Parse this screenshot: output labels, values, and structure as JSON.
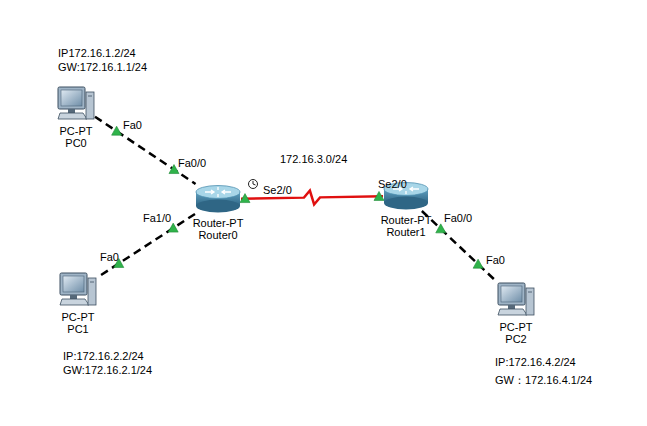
{
  "diagram": {
    "nodes": [
      {
        "text": [
          "PC-PT",
          "PC0"
        ]
      },
      {
        "text": [
          "Router-PT",
          "Router0"
        ]
      },
      {
        "text": [
          "PC-PT",
          "PC1"
        ]
      },
      {
        "text": [
          "Router-PT",
          "Router1"
        ]
      },
      {
        "text": [
          "PC-PT",
          "PC2"
        ]
      }
    ],
    "edges": [
      {
        "from": 0,
        "to": 1,
        "arrow": "none"
      },
      {
        "from": 1,
        "to": 2,
        "arrow": "none"
      },
      {
        "from": 1,
        "to": 3,
        "arrow": "none"
      },
      {
        "from": 3,
        "to": 4,
        "arrow": "none"
      }
    ],
    "labels": [
      "IP172.16.1.2/24",
      "GW:172.16.1.1/24",
      "Fa0",
      "Fa0/0",
      "172.16.3.0/24",
      "Se2/0",
      "Se2/0",
      "Fa1/0",
      "Fa0",
      "Fa0/0",
      "Fa0",
      "IP:172.16.2.2/24",
      "GW:172.16.2.1/24",
      "IP:172.16.4.2/24",
      "GW：172.16.4.1/24"
    ]
  }
}
